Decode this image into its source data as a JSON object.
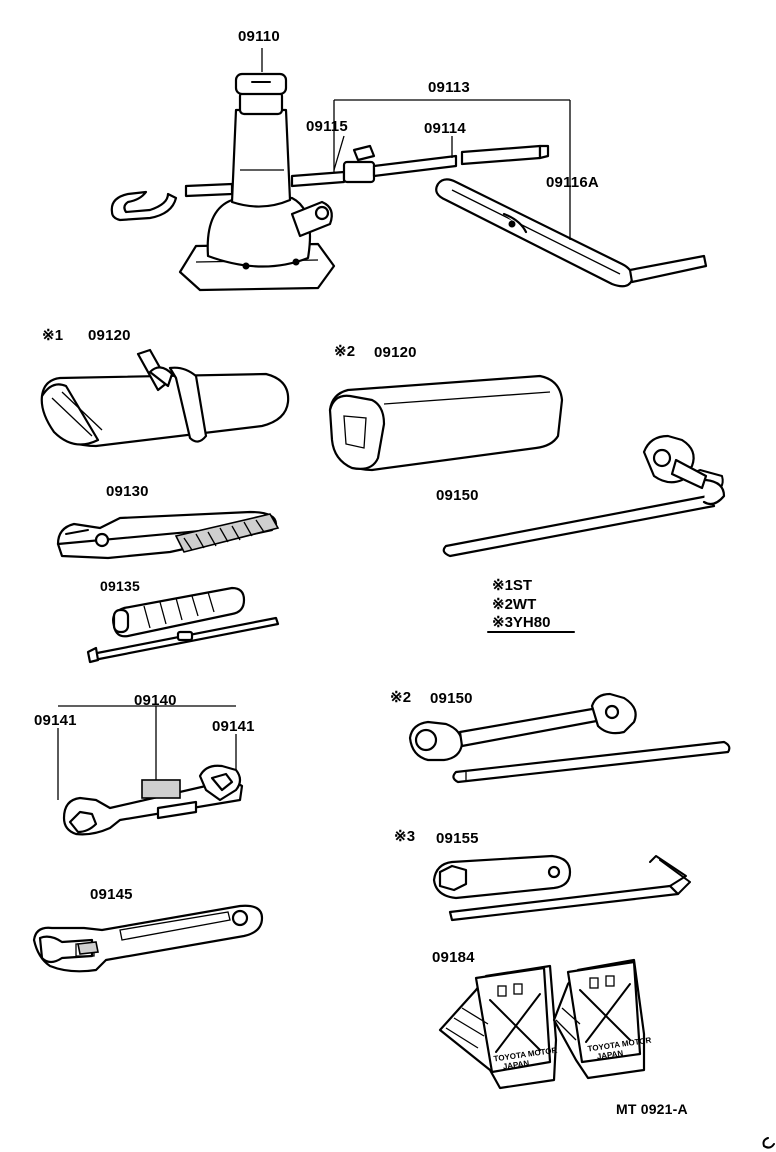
{
  "parts": {
    "jack": "09110",
    "handle_assy": "09113",
    "handle_sub": "09114",
    "handle_ext": "09115",
    "handle_lever": "09116A",
    "tool_bag_st": "09120",
    "tool_bag_wt": "09120",
    "pliers": "09130",
    "screwdriver": "09135",
    "wrench_set": "09140",
    "wrench_left": "09141",
    "wrench_right": "09141",
    "adjustable_wrench": "09145",
    "lug_wrench": "09150",
    "lug_wrench_wt": "09150",
    "plug_wrench": "09155",
    "wheel_chock": "09184"
  },
  "marks": {
    "bag_st": "※1",
    "bag_wt": "※2",
    "lug_wt": "※2",
    "plug": "※3"
  },
  "legend": [
    {
      "mark": "※1",
      "text": "ST"
    },
    {
      "mark": "※2",
      "text": "WT"
    },
    {
      "mark": "※3",
      "text": "YH80"
    }
  ],
  "chock_text": {
    "line1": "TOYOTA MOTOR",
    "line2": "JAPAN"
  },
  "footer": {
    "code": "MT  0921-A"
  }
}
